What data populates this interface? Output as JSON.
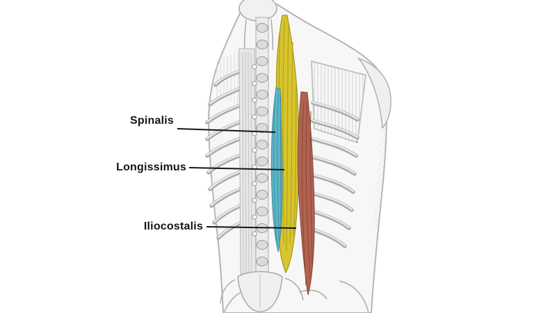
{
  "figure": {
    "type": "anatomy-diagram",
    "labels": [
      {
        "label": "Spinalis",
        "color": "#5fb4c6"
      },
      {
        "label": "Longissimus",
        "color": "#d7c42e"
      },
      {
        "label": "Iliocostalis",
        "color": "#b06350"
      }
    ]
  }
}
